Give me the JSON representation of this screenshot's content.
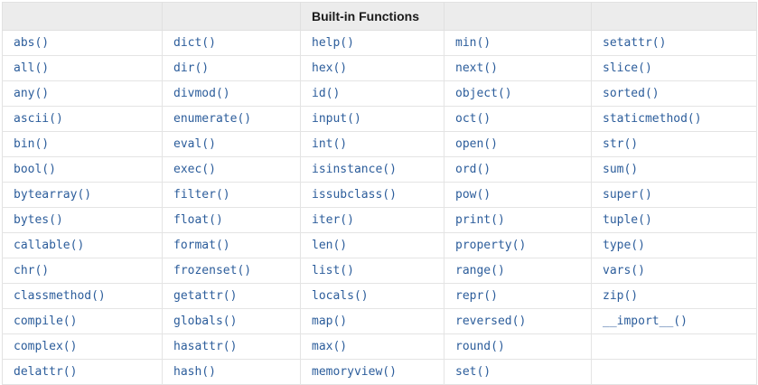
{
  "table": {
    "title": "Built-in Functions",
    "title_column_index": 2,
    "column_count": 5,
    "row_count": 14,
    "accent_text_color": "#2c5d9b",
    "header_background_color": "#ececec",
    "header_text_color": "#1a1a1a",
    "border_color": "#e4e4e4",
    "headers": [
      "",
      "",
      "Built-in Functions",
      "",
      ""
    ],
    "rows": [
      [
        "abs()",
        "dict()",
        "help()",
        "min()",
        "setattr()"
      ],
      [
        "all()",
        "dir()",
        "hex()",
        "next()",
        "slice()"
      ],
      [
        "any()",
        "divmod()",
        "id()",
        "object()",
        "sorted()"
      ],
      [
        "ascii()",
        "enumerate()",
        "input()",
        "oct()",
        "staticmethod()"
      ],
      [
        "bin()",
        "eval()",
        "int()",
        "open()",
        "str()"
      ],
      [
        "bool()",
        "exec()",
        "isinstance()",
        "ord()",
        "sum()"
      ],
      [
        "bytearray()",
        "filter()",
        "issubclass()",
        "pow()",
        "super()"
      ],
      [
        "bytes()",
        "float()",
        "iter()",
        "print()",
        "tuple()"
      ],
      [
        "callable()",
        "format()",
        "len()",
        "property()",
        "type()"
      ],
      [
        "chr()",
        "frozenset()",
        "list()",
        "range()",
        "vars()"
      ],
      [
        "classmethod()",
        "getattr()",
        "locals()",
        "repr()",
        "zip()"
      ],
      [
        "compile()",
        "globals()",
        "map()",
        "reversed()",
        "__import__()"
      ],
      [
        "complex()",
        "hasattr()",
        "max()",
        "round()",
        ""
      ],
      [
        "delattr()",
        "hash()",
        "memoryview()",
        "set()",
        ""
      ]
    ]
  }
}
